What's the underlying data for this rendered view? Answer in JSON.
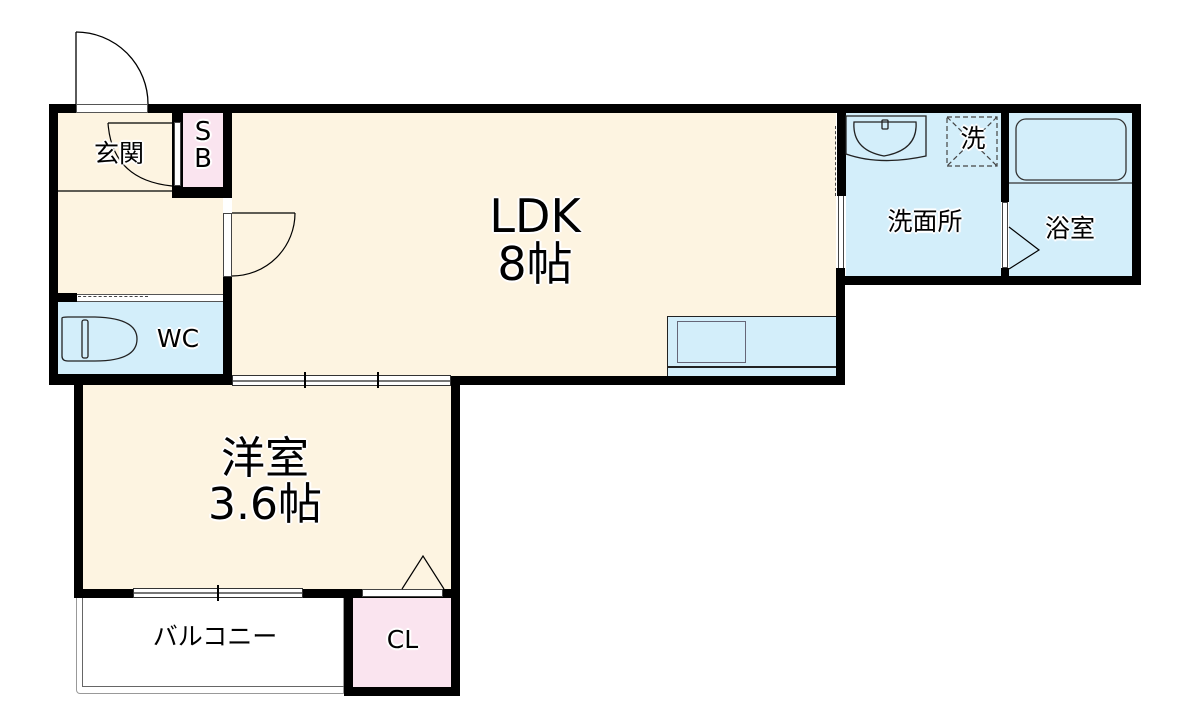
{
  "floorplan": {
    "rooms": {
      "ldk": {
        "name": "LDK",
        "size": "8帖"
      },
      "western": {
        "name": "洋室",
        "size": "3.6帖"
      },
      "entrance": {
        "name": "玄関"
      },
      "shoe_box": {
        "line1": "S",
        "line2": "B"
      },
      "wc": {
        "name": "WC"
      },
      "washroom": {
        "name": "洗面所"
      },
      "washer": {
        "name": "洗"
      },
      "bath": {
        "name": "浴室"
      },
      "closet": {
        "name": "CL"
      },
      "balcony": {
        "name": "バルコニー"
      }
    },
    "colors": {
      "wall": "#000000",
      "living_floor": "#fdf4e1",
      "wet_floor": "#d3eefa",
      "storage_floor": "#fae4ef",
      "exterior": "#ffffff"
    }
  }
}
